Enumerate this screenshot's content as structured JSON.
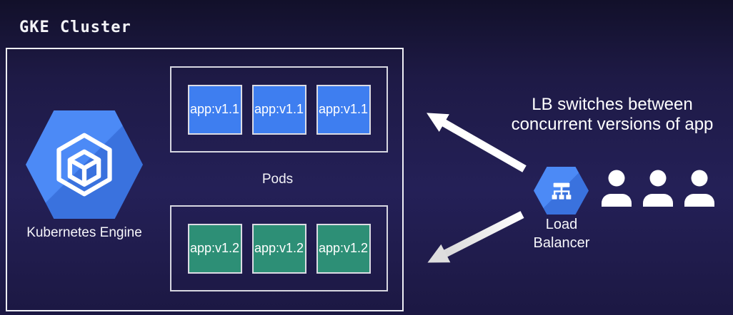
{
  "title": "GKE Cluster",
  "cluster": {
    "kubernetes_engine_label": "Kubernetes Engine",
    "pods_label": "Pods",
    "top_row": {
      "version": "v1.1",
      "color": "#3e7ef0",
      "pods": [
        "app:v1.1",
        "app:v1.1",
        "app:v1.1"
      ]
    },
    "bottom_row": {
      "version": "v1.2",
      "color": "#2d8f76",
      "pods": [
        "app:v1.2",
        "app:v1.2",
        "app:v1.2"
      ]
    }
  },
  "right": {
    "annotation_line1": "LB switches between",
    "annotation_line2": "concurrent versions of app",
    "load_balancer_label": "Load Balancer",
    "users_count": 3
  },
  "icons": {
    "kubernetes_engine": "gke-hexagon-cube-icon",
    "load_balancer": "load-balancer-hexagon-icon",
    "users": "user-person-icon",
    "arrows": [
      "arrow-to-v1.1-pods",
      "arrow-to-v1.2-pods"
    ]
  },
  "colors": {
    "background_navy": "#1e1a46",
    "hexagon_blue": "#4285f4",
    "hexagon_blue_shade": "#3a72de",
    "pod_blue": "#3e7ef0",
    "pod_green": "#2d8f76",
    "border_light": "#eeeef4",
    "arrow_white": "#ffffff"
  }
}
